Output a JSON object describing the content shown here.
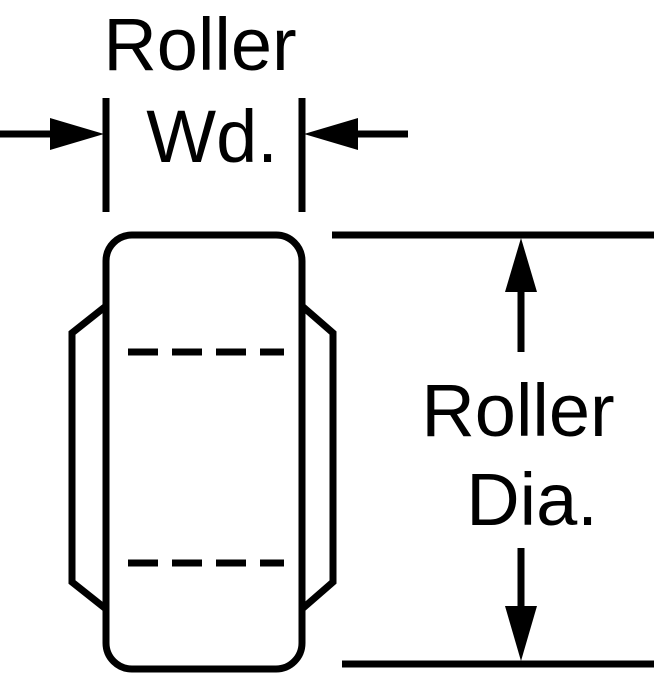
{
  "labels": {
    "width_line1": "Roller",
    "width_line2": "Wd.",
    "diameter_line1": "Roller",
    "diameter_line2": "Dia."
  },
  "colors": {
    "stroke": "#000000",
    "background": "#ffffff"
  }
}
